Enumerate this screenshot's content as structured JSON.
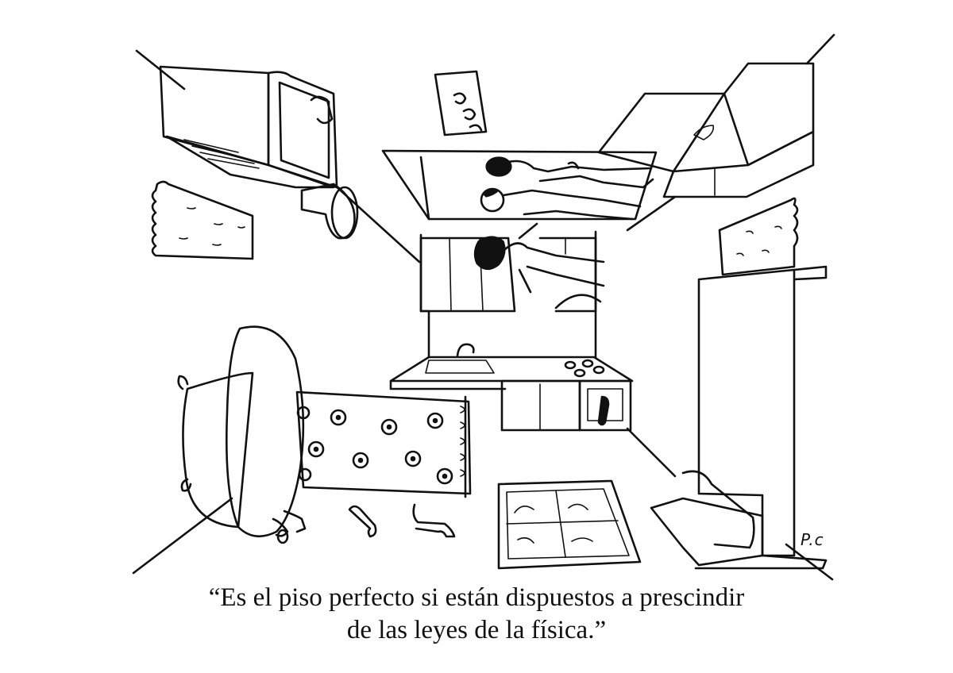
{
  "cartoon": {
    "caption_line_1": "“Es el piso perfecto si están dispuestos a prescindir",
    "caption_line_2": "de las leyes de la física.”",
    "signature": "P.c"
  }
}
